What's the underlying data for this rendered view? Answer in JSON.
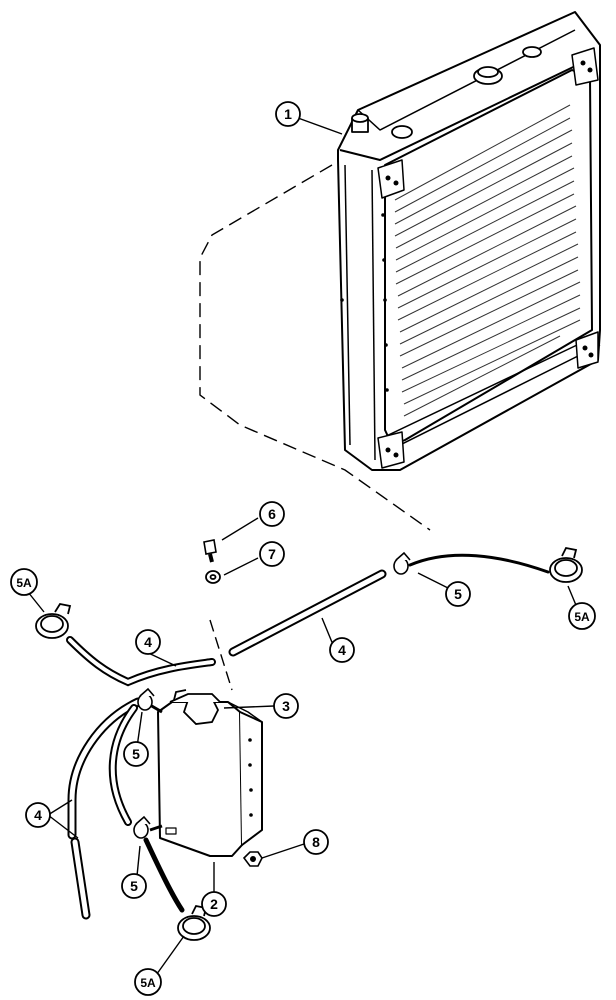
{
  "diagram": {
    "colors": {
      "ink": "#000000",
      "paper": "#ffffff",
      "shade": "#d9d9d9"
    },
    "callouts": [
      {
        "id": "c1",
        "label": "1",
        "part": "radiator"
      },
      {
        "id": "c2",
        "label": "2",
        "part": "coolant-reservoir"
      },
      {
        "id": "c3",
        "label": "3",
        "part": "reservoir-cap"
      },
      {
        "id": "c4a",
        "label": "4",
        "part": "hose"
      },
      {
        "id": "c4b",
        "label": "4",
        "part": "hose"
      },
      {
        "id": "c4c",
        "label": "4",
        "part": "hose"
      },
      {
        "id": "c5a",
        "label": "5",
        "part": "hose-clamp"
      },
      {
        "id": "c5b",
        "label": "5",
        "part": "hose-clamp"
      },
      {
        "id": "c5c",
        "label": "5",
        "part": "hose-clamp"
      },
      {
        "id": "c5Aa",
        "label": "5A",
        "part": "hose-clamp"
      },
      {
        "id": "c5Ab",
        "label": "5A",
        "part": "hose-clamp"
      },
      {
        "id": "c5Ac",
        "label": "5A",
        "part": "hose-clamp"
      },
      {
        "id": "c6",
        "label": "6",
        "part": "bolt"
      },
      {
        "id": "c7",
        "label": "7",
        "part": "washer"
      },
      {
        "id": "c8",
        "label": "8",
        "part": "nut"
      }
    ]
  }
}
